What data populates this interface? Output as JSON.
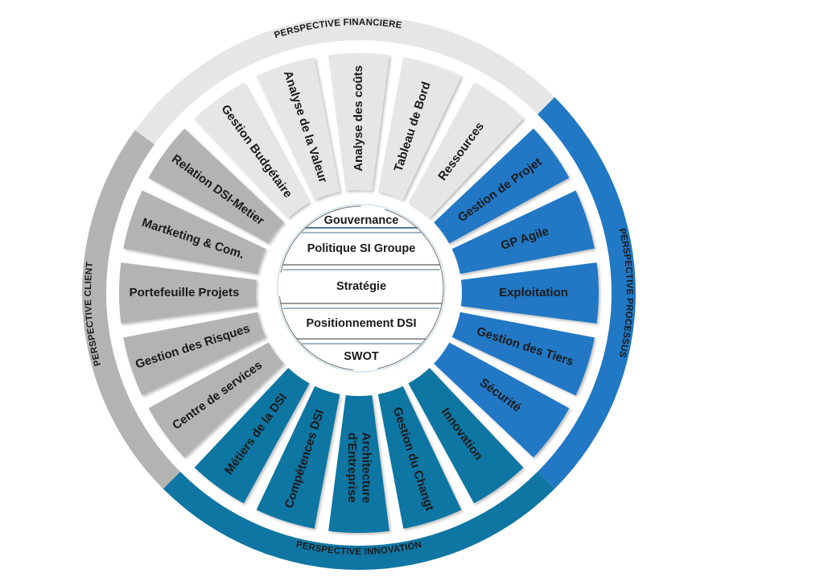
{
  "diagram": {
    "perspectives": [
      {
        "id": "financiere",
        "label": "PERSPECTIVE FINANCIERE",
        "ring_color": "#e6e6e6",
        "tile_color": "#e6e6e6",
        "start_deg": -54,
        "end_deg": 45,
        "tiles": [
          "Gestion Budgétaire",
          "Analyse de la Valeur",
          "Analyse des coûts",
          "Tableau de Bord",
          "Ressources"
        ]
      },
      {
        "id": "processus",
        "label": "PERSPECTIVE PROCESSUS",
        "ring_color": "#2178c4",
        "tile_color": "#2178c4",
        "start_deg": 45,
        "end_deg": 135,
        "tiles": [
          "Gestion de Projet",
          "GP Agile",
          "Exploitation",
          "Gestion des Tiers",
          "Sécurité"
        ]
      },
      {
        "id": "innovation",
        "label": "PERSPECTIVE INNOVATION",
        "ring_color": "#0f76a3",
        "tile_color": "#0f76a3",
        "start_deg": 135,
        "end_deg": 225,
        "tiles": [
          "Innovation",
          "Gestion du Changt",
          "Architecture d'Entreprise",
          "Compétences DSI",
          "Métiers de la DSI"
        ]
      },
      {
        "id": "client",
        "label": "PERSPECTIVE CLIENT",
        "ring_color": "#b3b3b3",
        "tile_color": "#b3b3b3",
        "start_deg": 225,
        "end_deg": 306,
        "tiles": [
          "Centre de services",
          "Gestion des Risques",
          "Portefeuille Projets",
          "Martketing & Com.",
          "Relation DSI-Metier"
        ]
      }
    ],
    "core": [
      "Gouvernance",
      "Politique SI Groupe",
      "Stratégie",
      "Positionnement DSI",
      "SWOT"
    ]
  }
}
